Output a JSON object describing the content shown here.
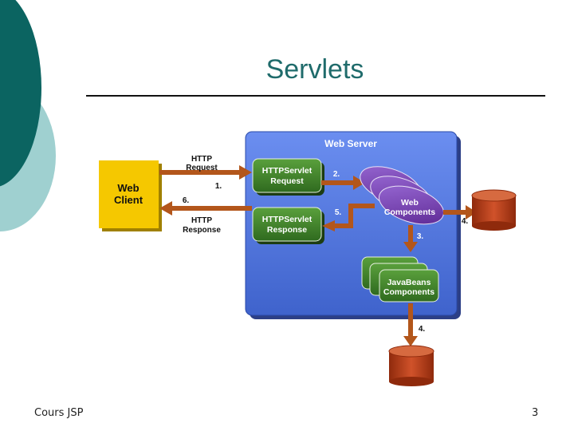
{
  "slide": {
    "title": "Servlets",
    "footer_left": "Cours JSP",
    "page_number": "3"
  },
  "diagram": {
    "server_label": "Web Server",
    "client_label_line1": "Web",
    "client_label_line2": "Client",
    "http_request_line1": "HTTP",
    "http_request_line2": "Request",
    "http_response_line1": "HTTP",
    "http_response_line2": "Response",
    "servlet_request_line1": "HTTPServlet",
    "servlet_request_line2": "Request",
    "servlet_response_line1": "HTTPServlet",
    "servlet_response_line2": "Response",
    "web_components_line1": "Web",
    "web_components_line2": "Components",
    "javabeans_line1": "JavaBeans",
    "javabeans_line2": "Components",
    "step1": "1.",
    "step2": "2.",
    "step3": "3.",
    "step4a": "4.",
    "step4b": "4.",
    "step5": "5.",
    "step6": "6.",
    "colors": {
      "server_bg": "#4a72d8",
      "client_bg": "#f5c800",
      "servlet_box": "#3a7a28",
      "web_components": "#6a2fa0",
      "database": "#b33a14",
      "arrow": "#b3561b",
      "title": "#1f6b6b",
      "teal_dark": "#0b6461",
      "teal_light": "#9fd0d0"
    }
  }
}
